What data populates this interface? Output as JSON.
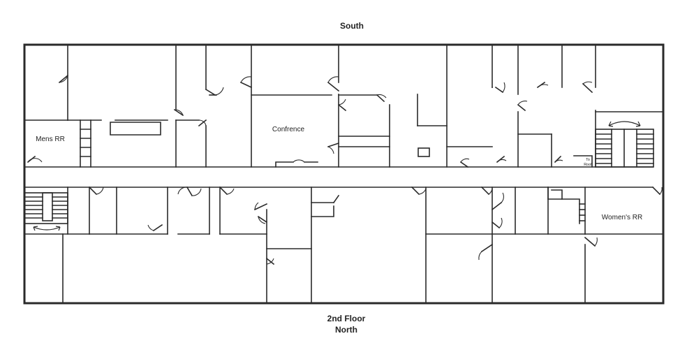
{
  "compass": {
    "top": "South",
    "bottom": "North"
  },
  "floor_label": "2nd Floor",
  "rooms": {
    "mens_rr": "Mens RR",
    "conference": "Confrence",
    "womens_rr": "Women's RR",
    "roof_line1": "To",
    "roof_line2": "Roof"
  },
  "colors": {
    "wall": "#2a2a2a",
    "background": "#ffffff"
  }
}
